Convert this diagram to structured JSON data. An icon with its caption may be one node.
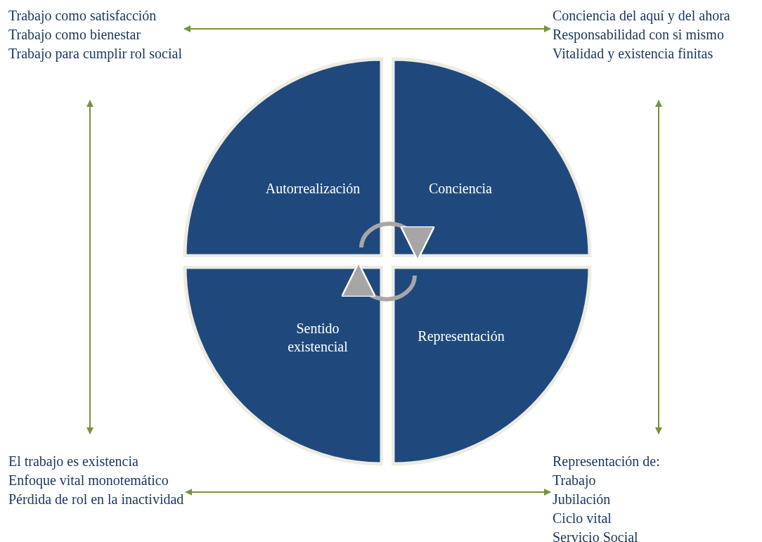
{
  "diagram": {
    "nodes": [
      {
        "text": [
          "Trabajo como satisfacción",
          "Trabajo como bienestar",
          "Trabajo para cumplir rol social"
        ]
      },
      {
        "text": [
          "Conciencia del aquí y del ahora",
          "Responsabilidad con si mismo",
          "Vitalidad y existencia finitas"
        ]
      },
      {
        "text": [
          "El trabajo es existencia",
          "Enfoque vital monotemático",
          "Pérdida de rol en la inactividad"
        ]
      },
      {
        "text": [
          "Representación de:",
          "Trabajo",
          "Jubilación",
          "Ciclo vital",
          "Servicio Social"
        ]
      },
      {
        "text": [
          "Autorrealización"
        ]
      },
      {
        "text": [
          "Conciencia"
        ]
      },
      {
        "text": [
          "Sentido existencial"
        ]
      },
      {
        "text": [
          "Representación"
        ]
      }
    ],
    "edges": [
      {
        "from": 0,
        "to": 1,
        "arrow": "both"
      },
      {
        "from": 0,
        "to": 2,
        "arrow": "both"
      },
      {
        "from": 1,
        "to": 3,
        "arrow": "both"
      },
      {
        "from": 2,
        "to": 3,
        "arrow": "both"
      },
      {
        "from": 4,
        "to": 5,
        "arrow": "to",
        "style": "thick",
        "color": "#a6a6a6"
      },
      {
        "from": 7,
        "to": 6,
        "arrow": "to",
        "style": "thick",
        "color": "#a6a6a6"
      }
    ]
  }
}
